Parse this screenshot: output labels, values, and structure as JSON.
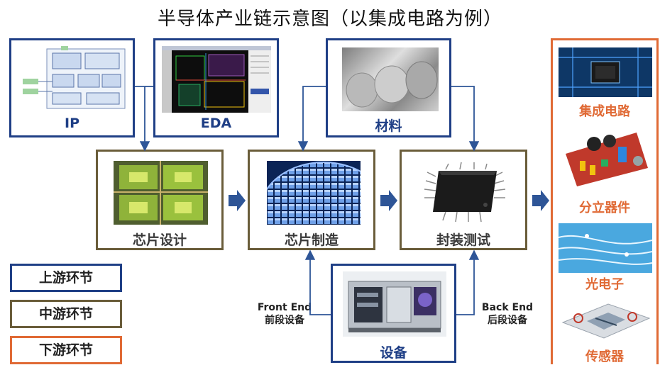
{
  "title": "半导体产业链示意图（以集成电路为例）",
  "upstream": {
    "ip": "IP",
    "eda": "EDA",
    "materials": "材料",
    "equipment": "设备"
  },
  "midstream": {
    "design": "芯片设计",
    "fab": "芯片制造",
    "packaging": "封装测试"
  },
  "downstream": [
    "集成电路",
    "分立器件",
    "光电子",
    "传感器"
  ],
  "front_end": {
    "en": "Front End",
    "zh": "前段设备"
  },
  "back_end": {
    "en": "Back End",
    "zh": "后段设备"
  },
  "legend": {
    "upstream": "上游环节",
    "midstream": "中游环节",
    "downstream": "下游环节"
  },
  "colors": {
    "upstream": "#1f3f86",
    "midstream": "#6a5d3a",
    "downstream": "#e06a35",
    "arrow": "#2e5597"
  }
}
